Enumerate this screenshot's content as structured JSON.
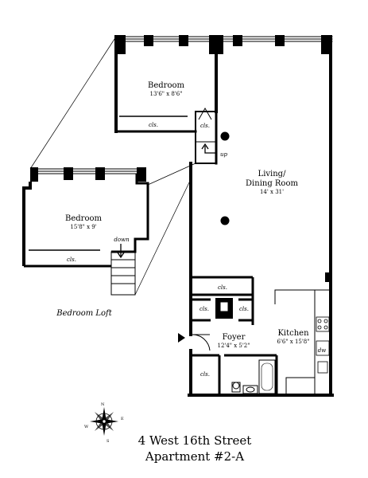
{
  "plan": {
    "address_line1": "4 West 16th Street",
    "address_line2": "Apartment #2-A",
    "loft_caption": "Bedroom Loft",
    "rooms": {
      "upper_bedroom": {
        "name": "Bedroom",
        "dims": "13'6\" x 8'6\""
      },
      "loft_bedroom": {
        "name": "Bedroom",
        "dims": "15'8\" x 9'"
      },
      "living": {
        "name_line1": "Living/",
        "name_line2": "Dining Room",
        "dims": "14' x 31'"
      },
      "foyer": {
        "name": "Foyer",
        "dims": "12'4\" x 5'2\""
      },
      "kitchen": {
        "name": "Kitchen",
        "dims": "6'6\" x 15'8\""
      }
    },
    "labels": {
      "cls": "cls.",
      "up": "up",
      "down": "down",
      "dw": "dw"
    },
    "compass": {
      "n": "N",
      "s": "S",
      "e": "E",
      "w": "W"
    },
    "colors": {
      "line": "#000000",
      "background": "#ffffff"
    }
  }
}
